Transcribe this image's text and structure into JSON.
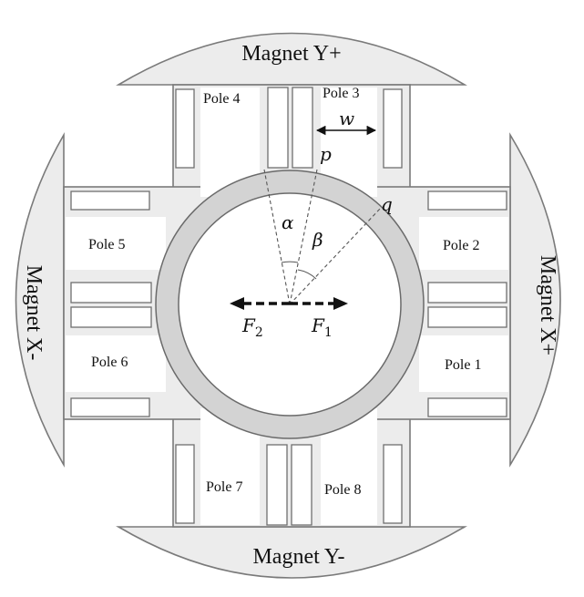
{
  "magnets": {
    "top": "Magnet Y+",
    "bottom": "Magnet Y-",
    "left": "Magnet X-",
    "right": "Magnet X+"
  },
  "poles": {
    "p1": "Pole 1",
    "p2": "Pole 2",
    "p3": "Pole 3",
    "p4": "Pole 4",
    "p5": "Pole 5",
    "p6": "Pole 6",
    "p7": "Pole 7",
    "p8": "Pole 8"
  },
  "symbols": {
    "w": "w",
    "p": "p",
    "q": "q",
    "alpha": "α",
    "beta": "β",
    "F2": "F",
    "F2_sub": "2",
    "F1": "F",
    "F1_sub": "1"
  }
}
